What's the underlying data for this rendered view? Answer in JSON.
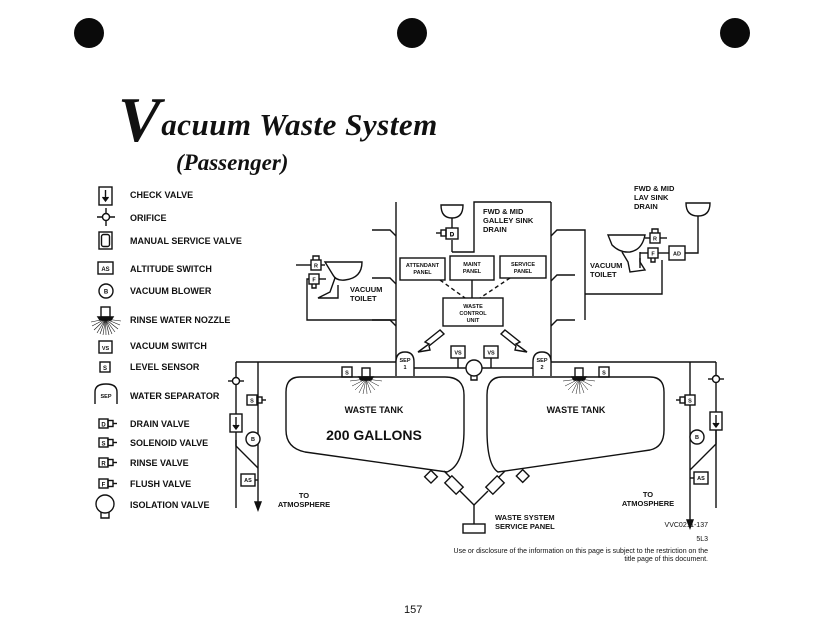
{
  "title": {
    "initial": "V",
    "rest": "acuum Waste System",
    "subtitle": "(Passenger)"
  },
  "legend": [
    {
      "icon": "check-valve-icon",
      "label": "CHECK VALVE"
    },
    {
      "icon": "orifice-icon",
      "label": "ORIFICE"
    },
    {
      "icon": "manual-service-valve-icon",
      "label": "MANUAL SERVICE VALVE"
    },
    {
      "icon": "altitude-switch-icon",
      "label": "ALTITUDE SWITCH",
      "symbol": "AS"
    },
    {
      "icon": "vacuum-blower-icon",
      "label": "VACUUM BLOWER",
      "symbol": "B"
    },
    {
      "icon": "rinse-water-nozzle-icon",
      "label": "RINSE WATER NOZZLE"
    },
    {
      "icon": "vacuum-switch-icon",
      "label": "VACUUM SWITCH",
      "symbol": "VS"
    },
    {
      "icon": "level-sensor-icon",
      "label": "LEVEL SENSOR",
      "symbol": "S"
    },
    {
      "icon": "water-separator-icon",
      "label": "WATER SEPARATOR",
      "symbol": "SEP"
    },
    {
      "icon": "drain-valve-icon",
      "label": "DRAIN VALVE",
      "symbol": "D"
    },
    {
      "icon": "solenoid-valve-icon",
      "label": "SOLENOID VALVE",
      "symbol": "S"
    },
    {
      "icon": "rinse-valve-icon",
      "label": "RINSE VALVE",
      "symbol": "R"
    },
    {
      "icon": "flush-valve-icon",
      "label": "FLUSH VALVE",
      "symbol": "F"
    },
    {
      "icon": "isolation-valve-icon",
      "label": "ISOLATION VALVE"
    }
  ],
  "diagram": {
    "galley_drain": "FWD & MID GALLEY SINK DRAIN",
    "galley_drain_lines": [
      "FWD & MID",
      "GALLEY SINK",
      "DRAIN"
    ],
    "lav_drain_lines": [
      "FWD & MID",
      "LAV SINK",
      "DRAIN"
    ],
    "toilet_left_lines": [
      "VACUUM",
      "TOILET"
    ],
    "toilet_right_lines": [
      "VACUUM",
      "TOILET"
    ],
    "panels": [
      {
        "lines": [
          "ATTENDANT",
          "PANEL"
        ]
      },
      {
        "lines": [
          "MAINT",
          "PANEL"
        ]
      },
      {
        "lines": [
          "SERVICE",
          "PANEL"
        ]
      }
    ],
    "control_unit_lines": [
      "WASTE",
      "CONTROL",
      "UNIT"
    ],
    "sep1_lines": [
      "SEP",
      "1"
    ],
    "sep2_lines": [
      "SEP",
      "2"
    ],
    "vs": "VS",
    "s": "S",
    "b": "B",
    "as": "AS",
    "d": "D",
    "r": "R",
    "f": "F",
    "ad": "AD",
    "tank_left": {
      "label": "WASTE TANK",
      "capacity": "200 GALLONS"
    },
    "tank_right": {
      "label": "WASTE TANK"
    },
    "atmosphere_left_lines": [
      "TO",
      "ATMOSPHERE"
    ],
    "atmosphere_right_lines": [
      "TO",
      "ATMOSPHERE"
    ],
    "service_panel_lines": [
      "WASTE SYSTEM",
      "SERVICE PANEL"
    ]
  },
  "footer": {
    "figure_id": "VVC0211-137",
    "code": "5L3",
    "restriction": "Use or disclosure of the information on this page is subject to the restriction on the title page of this document.",
    "page_number": "157"
  }
}
